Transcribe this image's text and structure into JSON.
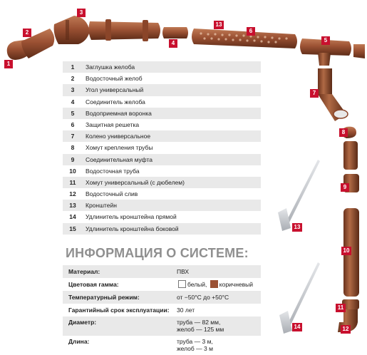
{
  "colors": {
    "brown": "#9b5133",
    "brown_dark": "#6e3620",
    "tag_red": "#c8102e",
    "steel": "#cfd2d6"
  },
  "tags": [
    "1",
    "2",
    "3",
    "4",
    "5",
    "6",
    "7",
    "8",
    "9",
    "10",
    "11",
    "12",
    "13",
    "14",
    "13"
  ],
  "parts": [
    {
      "num": "1",
      "label": "Заглушка желоба"
    },
    {
      "num": "2",
      "label": "Водосточный желоб"
    },
    {
      "num": "3",
      "label": "Угол универсальный"
    },
    {
      "num": "4",
      "label": "Соединитель желоба"
    },
    {
      "num": "5",
      "label": "Водоприемная воронка"
    },
    {
      "num": "6",
      "label": "Защитная решетка"
    },
    {
      "num": "7",
      "label": "Колено универсальное"
    },
    {
      "num": "8",
      "label": "Хомут крепления трубы"
    },
    {
      "num": "9",
      "label": "Соединительная муфта"
    },
    {
      "num": "10",
      "label": "Водосточная труба"
    },
    {
      "num": "11",
      "label": "Хомут универсальный (с дюбелем)"
    },
    {
      "num": "12",
      "label": "Водосточный слив"
    },
    {
      "num": "13",
      "label": "Кронштейн"
    },
    {
      "num": "14",
      "label": "Удлинитель кронштейна прямой"
    },
    {
      "num": "15",
      "label": "Удлинитель кронштейна боковой"
    }
  ],
  "info": {
    "title": "ИНФОРМАЦИЯ О СИСТЕМЕ:",
    "material": {
      "label": "Материал:",
      "value": "ПВХ"
    },
    "color": {
      "label": "Цветовая гамма:",
      "white": "белый,",
      "brown": "коричневый"
    },
    "temp": {
      "label": "Температурный режим:",
      "value": "от −50°С до +50°С"
    },
    "warranty": {
      "label": "Гарантийный срок эксплуатации:",
      "value": "30 лет"
    },
    "diameter": {
      "label": "Диаметр:",
      "line1": "труба — 82 мм,",
      "line2": "желоб — 125 мм"
    },
    "length": {
      "label": "Длина:",
      "line1": "труба — 3 м,",
      "line2": "желоб — 3 м"
    }
  }
}
